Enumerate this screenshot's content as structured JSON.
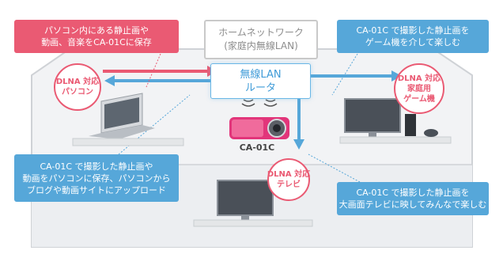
{
  "colors": {
    "pink": "#ea5a73",
    "blue": "#56a7d9",
    "gray": "#c9c9c9",
    "camera": "#e2357a"
  },
  "boxes": {
    "pc_save": [
      "パソコン内にある静止画や",
      "動画、音楽をCA-01Cに保存"
    ],
    "game_view": [
      "CA-01C で撮影した静止画を",
      "ゲーム機を介して楽しむ"
    ],
    "upload": [
      "CA-01C で撮影した静止画や",
      "動画をパソコンに保存、パソコンから",
      "ブログや動画サイトにアップロード"
    ],
    "tv_view": [
      "CA-01C で撮影した静止画を",
      "大画面テレビに映してみんなで楽しむ"
    ]
  },
  "home_network": [
    "ホームネットワーク",
    "(家庭内無線LAN)"
  ],
  "router": [
    "無線LAN",
    "ルータ"
  ],
  "circles": {
    "pc": [
      "DLNA 対応",
      "パソコン"
    ],
    "game": [
      "DLNA 対応",
      "家庭用",
      "ゲーム機"
    ],
    "tv": [
      "DLNA 対応",
      "テレビ"
    ]
  },
  "device_label": "CA-01C",
  "icons": [
    "laptop-icon",
    "camera-phone-icon",
    "tv-icon",
    "game-console-icon",
    "wireless-signal-icon"
  ]
}
